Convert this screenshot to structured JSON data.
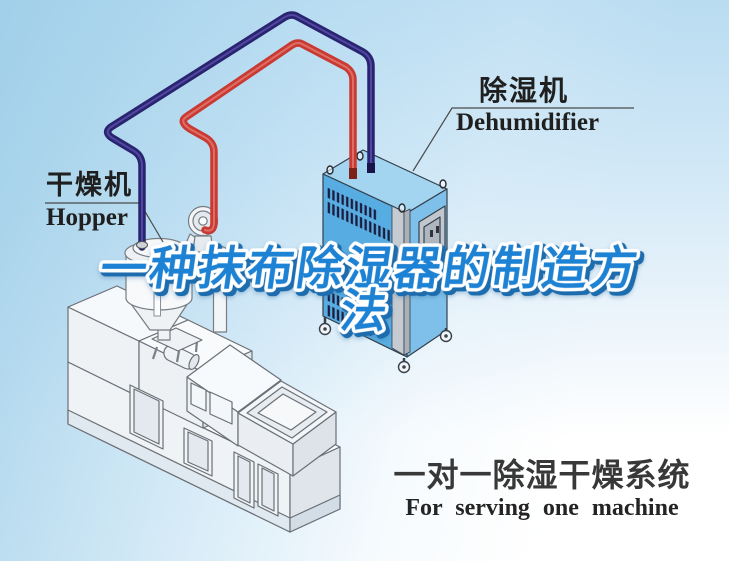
{
  "title": {
    "line1": "一种抹布除湿器的制造方",
    "line2": "法"
  },
  "labels": {
    "hopper": {
      "zh": "干燥机",
      "en": "Hopper"
    },
    "dehumidifier": {
      "zh": "除湿机",
      "en": "Dehumidifier"
    }
  },
  "caption": {
    "zh": "一对一除湿干燥系统",
    "en": "For serving one machine"
  },
  "colors": {
    "sky_top_left": "#a5d2ea",
    "sky_bottom": "#ffffff",
    "hose_dry_air_dark_blue": "#2a2470",
    "hose_return_air_red": "#c93a33",
    "dehumidifier_front_blue": "#57ace1",
    "dehumidifier_top_blue": "#a3d4f0",
    "dehumidifier_side_blue": "#7fc0ea",
    "title_blue": "#1e82d4",
    "label_text": "#1f1f1f",
    "caption_text": "#383838"
  }
}
